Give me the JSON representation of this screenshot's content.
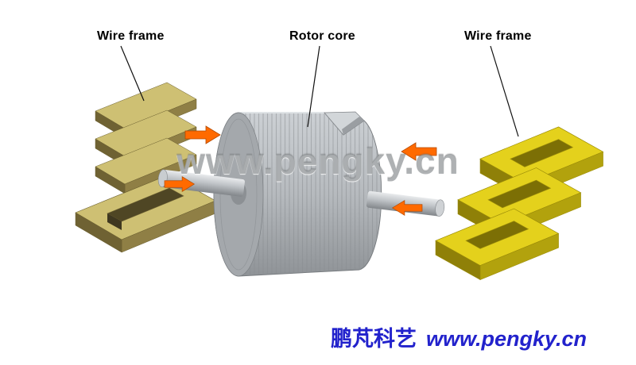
{
  "labels": {
    "left": "Wire frame",
    "center": "Rotor core",
    "right": "Wire frame"
  },
  "watermark": "www.pengky.cn",
  "footer": {
    "brand": "鹏芃科艺",
    "site": "www.pengky.cn"
  },
  "colors": {
    "background": "#ffffff",
    "label_text": "#000000",
    "arrow_orange": "#ff6a00",
    "left_frame_brass": "#cec073",
    "right_frame_yellow": "#e4d11c",
    "rotor_gray": "#b6babe",
    "shaft_gray": "#bfc3c7",
    "watermark_gray": "#82868a",
    "footer_blue": "#2222cc"
  },
  "diagram": {
    "arrows": [
      {
        "name": "left-upper",
        "direction": "right"
      },
      {
        "name": "left-lower",
        "direction": "right"
      },
      {
        "name": "right-upper",
        "direction": "left"
      },
      {
        "name": "right-lower",
        "direction": "left"
      }
    ]
  }
}
